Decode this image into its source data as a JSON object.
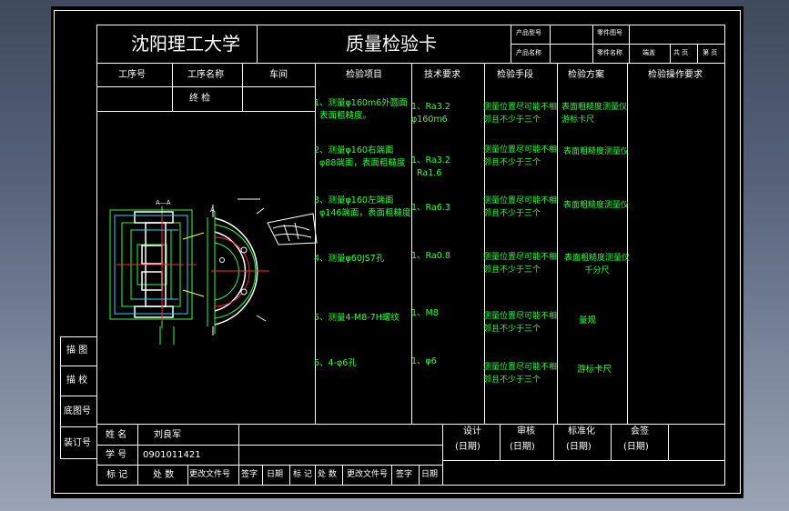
{
  "header": {
    "school": "沈阳理工大学",
    "card_title": "质量检验卡",
    "product_model_label": "产品型号",
    "part_drawing_label": "零件图号",
    "product_name_label": "产品名称",
    "part_name_label": "零件名称",
    "part_name_value": "端盖",
    "total_pages": "共 页",
    "page_no": "第 页"
  },
  "columns": {
    "process_no": "工序号",
    "process_name": "工序名称",
    "workshop": "车间",
    "items": "检验项目",
    "requirements": "技术要求",
    "means": "检验手段",
    "plan": "检验方案",
    "operation": "检验操作要求"
  },
  "process_name_value": "终 检",
  "rows": [
    {
      "item": "1、测量φ160m6外圆面\n  表面粗糙度。",
      "req": "1、Ra3.2\nφ160m6",
      "means": "测量位置尽可能不相\n邻且不少于三个",
      "plan": "表面粗糙度测量仪\n游标卡尺"
    },
    {
      "item": "2、测量φ160右端面\n  φ88端面，表面粗糙度",
      "req": "1、Ra3.2\n  Ra1.6",
      "means": "测量位置尽可能不相\n邻且不少于三个",
      "plan": "表面粗糙度测量仪"
    },
    {
      "item": "3、测量φ160左端面\n  φ146端面，表面粗糙度",
      "req": "1、Ra6.3",
      "means": "测量位置尽可能不相\n邻且不少于三个",
      "plan": "表面粗糙度测量仪"
    },
    {
      "item": "4、测量φ60JS7孔",
      "req": "1、Ra0.8",
      "means": "测量位置尽可能不相\n邻且不少于三个",
      "plan": "表面粗糙度测量仪\n千分尺"
    },
    {
      "item": "5、测量4-M8-7H螺纹",
      "req": "1、M8",
      "means": "测量位置尽可能不相\n邻且不少于三个",
      "plan": "量规"
    },
    {
      "item": "6、4-φ6孔",
      "req": "1、φ6",
      "means": "测量位置尽可能不相\n邻且不少于三个",
      "plan": "游标卡尺"
    }
  ],
  "side_labels": [
    "描 图",
    "描 校",
    "底图号",
    "装订号"
  ],
  "footer": {
    "name_label": "姓 名",
    "name_value": "刘良军",
    "id_label": "学 号",
    "id_value": "0901011421",
    "design": "设计",
    "review": "审核",
    "standard": "标准化",
    "sign": "会签",
    "date_paren": "(日期)",
    "mark": "标 记",
    "count": "处 数",
    "change_doc": "更改文件号",
    "signature": "签字",
    "date": "日期"
  },
  "drawing": {
    "section_label": "A—A",
    "view_label": "A"
  },
  "colors": {
    "text": "#ffffff",
    "content": "#2cff3c",
    "red": "#ff2a2a",
    "cyan": "#2ad8ff",
    "yellow": "#ffff33"
  }
}
